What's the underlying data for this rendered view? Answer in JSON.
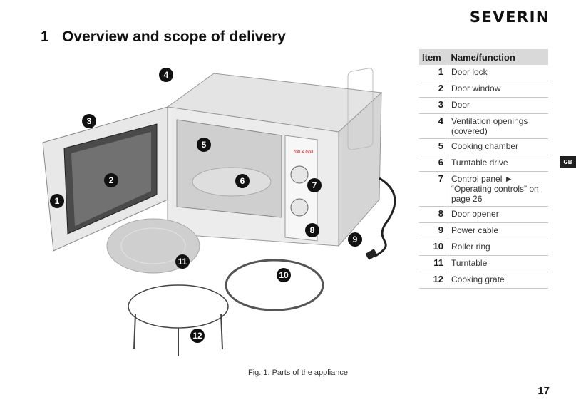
{
  "brand": "SEVERIN",
  "heading": {
    "number": "1",
    "title": "Overview and scope of delivery"
  },
  "table": {
    "headers": {
      "item": "Item",
      "name": "Name/function"
    },
    "rows": [
      {
        "item": "1",
        "name": "Door lock"
      },
      {
        "item": "2",
        "name": "Door window"
      },
      {
        "item": "3",
        "name": "Door"
      },
      {
        "item": "4",
        "name": "Ventilation openings (covered)"
      },
      {
        "item": "5",
        "name": "Cooking chamber"
      },
      {
        "item": "6",
        "name": "Turntable drive"
      },
      {
        "item": "7",
        "name": "Control panel ► “Operating controls” on page 26"
      },
      {
        "item": "8",
        "name": "Door opener"
      },
      {
        "item": "9",
        "name": "Power cable"
      },
      {
        "item": "10",
        "name": "Roller ring"
      },
      {
        "item": "11",
        "name": "Turntable"
      },
      {
        "item": "12",
        "name": "Cooking grate"
      }
    ]
  },
  "figure": {
    "panel_label": "700 & Grill",
    "callouts": [
      "1",
      "2",
      "3",
      "4",
      "5",
      "6",
      "7",
      "8",
      "9",
      "10",
      "11",
      "12"
    ]
  },
  "language_tab": "GB",
  "caption": "Fig. 1:  Parts of the appliance",
  "page_number": "17"
}
